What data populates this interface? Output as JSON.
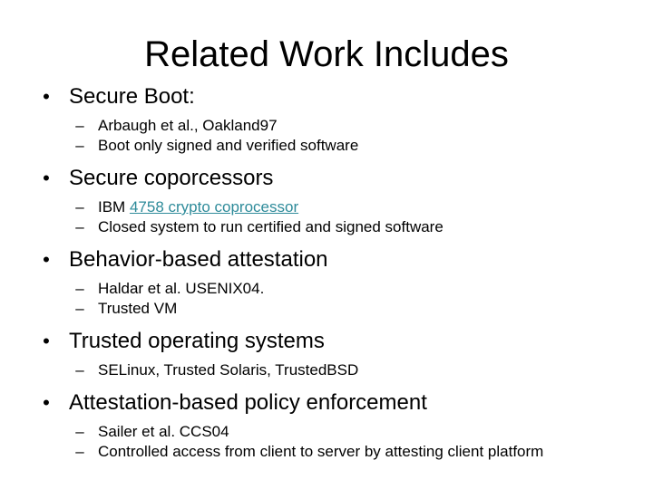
{
  "slide": {
    "title": "Related Work Includes",
    "bullet_symbol": "•",
    "sub_symbol": "–",
    "items": [
      {
        "text": "Secure Boot:",
        "subs": [
          "Arbaugh et al., Oakland97",
          "Boot only signed and verified software"
        ]
      },
      {
        "text": "Secure coporcessors",
        "subs_rich": {
          "prefix": "IBM ",
          "link_text": "4758 crypto coprocessor"
        },
        "subs": [
          "Closed system to run certified and signed software"
        ]
      },
      {
        "text": "Behavior-based attestation",
        "subs": [
          "Haldar et al. USENIX04.",
          "Trusted VM"
        ]
      },
      {
        "text": "Trusted operating systems",
        "subs": [
          "SELinux, Trusted Solaris, TrustedBSD"
        ]
      },
      {
        "text": "Attestation-based policy enforcement",
        "subs": [
          "Sailer et al. CCS04",
          "Controlled access from client to server by attesting client platform"
        ]
      }
    ],
    "link_color": "#2E8B9A"
  }
}
